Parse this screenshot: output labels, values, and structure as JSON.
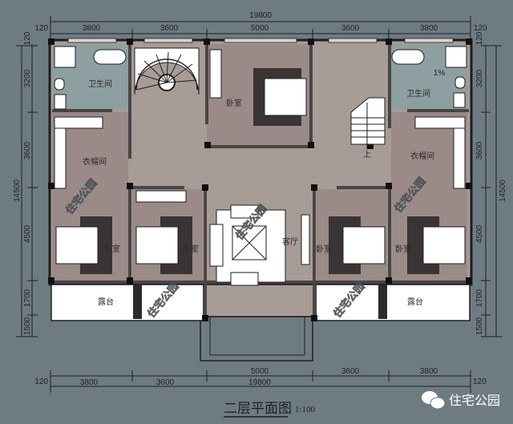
{
  "colors": {
    "background": "#6f7b83",
    "bedroom": "#9a8a88",
    "hall": "#a79c96",
    "bathroom": "#8e9fa1",
    "terrace": "#ffffff",
    "wall": "#1e1e1e"
  },
  "dimensions": {
    "top_total": "19800",
    "top_segments": [
      "3800",
      "3600",
      "5000",
      "3600",
      "3800"
    ],
    "bottom_total": "19800",
    "bottom_segments": [
      "3800",
      "3600",
      "5000",
      "3600",
      "3800"
    ],
    "wall_offset": "120",
    "left_total": "14500",
    "left_segments": [
      "3200",
      "3600",
      "4500",
      "1700",
      "1500"
    ],
    "right_total": "14500",
    "right_segments": [
      "3200",
      "3600",
      "4500",
      "1700",
      "1500"
    ]
  },
  "rooms": {
    "bathroom_left": "卫生间",
    "bathroom_right": "卫生间",
    "closet_left": "衣帽间",
    "closet_right": "衣帽间",
    "bedroom_top": "卧室",
    "bedroom_left": "卧室",
    "bedroom_mid_left": "卧室",
    "bedroom_mid_right": "卧室",
    "bedroom_right": "卧室",
    "living": "客厅",
    "terrace_left": "露台",
    "terrace_right": "露台",
    "stairs_up": "上",
    "slope": "1%"
  },
  "watermark": "住宅公园",
  "title": "二层平面图",
  "scale": "1:100",
  "logo": {
    "icon": "wechat-icon",
    "text": "住宅公园"
  }
}
